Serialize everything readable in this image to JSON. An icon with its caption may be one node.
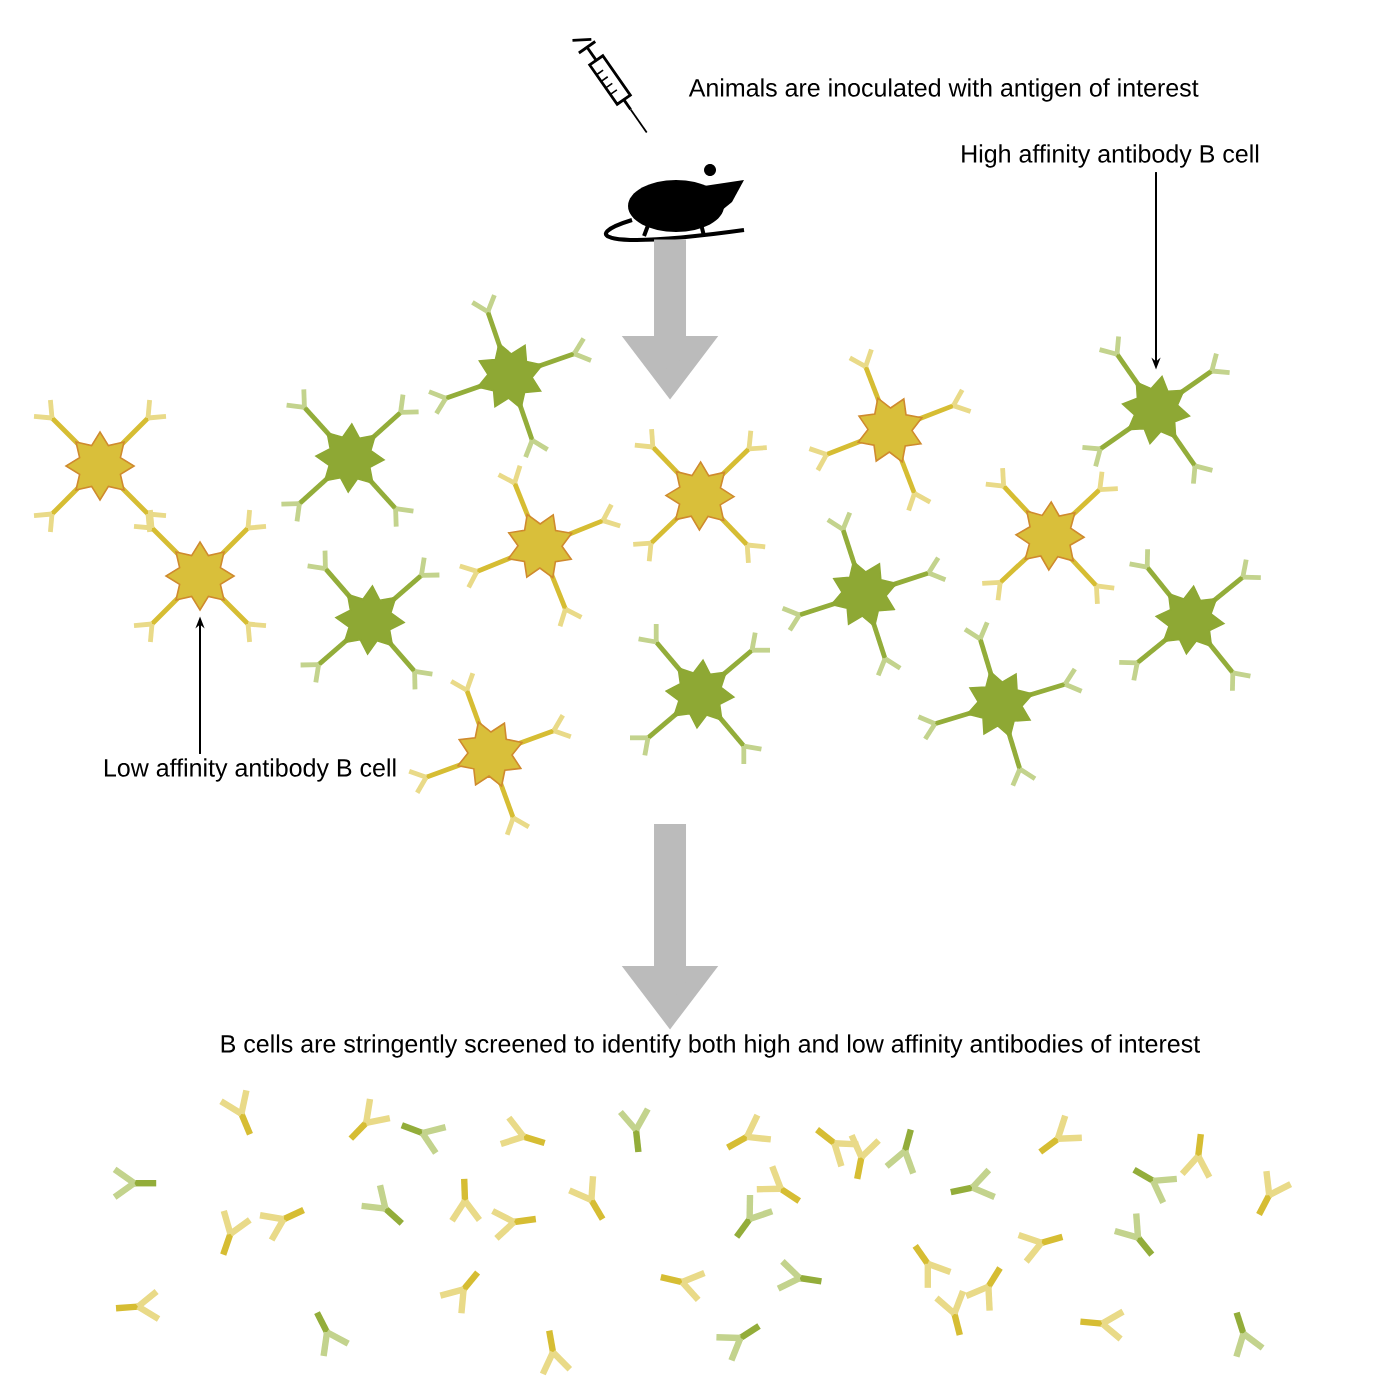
{
  "diagram": {
    "nodes": [
      {
        "text": [],
        "shape": "picture",
        "beside": [
          "Animals are inoculated with antigen of interest"
        ]
      },
      {
        "text": [
          "High affinity antibody B cell"
        ]
      },
      {
        "text": [],
        "shape": "picture"
      },
      {
        "text": [],
        "shape": "picture"
      },
      {
        "text": [
          "Low affinity antibody B cell"
        ]
      },
      {
        "text": [
          "B cells are stringently screened to identify both high and low affinity  antibodies of interest"
        ]
      }
    ],
    "edges": [
      {
        "from": 0,
        "to": null,
        "arrow": "to",
        "style": "thick",
        "color": "#bbbbbb"
      },
      {
        "from": 1,
        "to": 2,
        "arrow": "to",
        "color": "#000000"
      },
      {
        "from": 4,
        "to": 3,
        "arrow": "to",
        "color": "#000000"
      },
      {
        "from": null,
        "to": 5,
        "arrow": "to",
        "style": "thick",
        "color": "#bbbbbb"
      }
    ]
  }
}
